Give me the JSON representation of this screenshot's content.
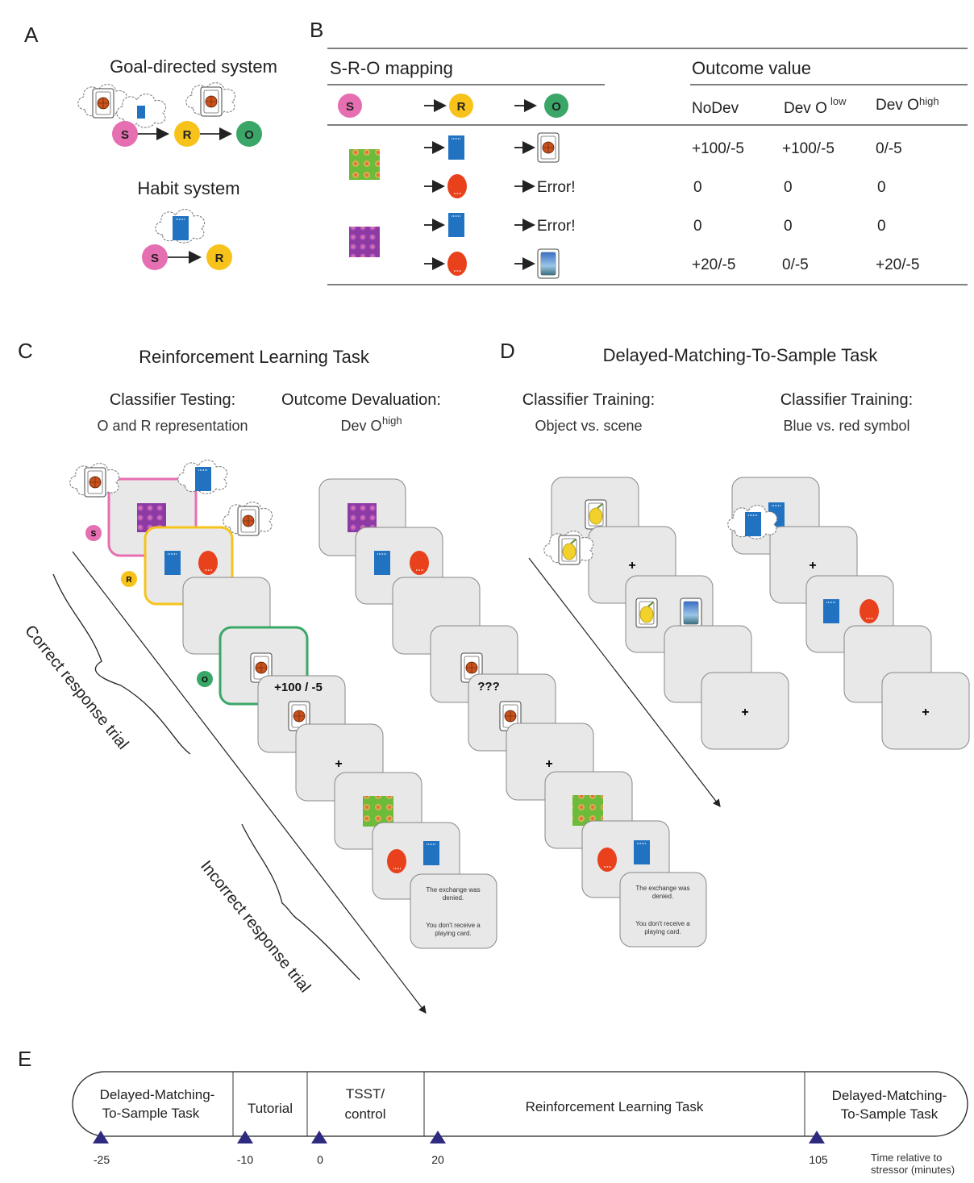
{
  "panels": {
    "a": "A",
    "b": "B",
    "c": "C",
    "d": "D",
    "e": "E"
  },
  "panel_a": {
    "goal_title": "Goal-directed system",
    "habit_title": "Habit system",
    "s": "S",
    "r": "R",
    "o": "O"
  },
  "panel_b": {
    "sro_title": "S-R-O mapping",
    "outcome_title": "Outcome value",
    "col_nodev": "NoDev",
    "col_devlow": "Dev O",
    "col_devlow_sup": "low",
    "col_devhigh": "Dev O",
    "col_devhigh_sup": "high",
    "s": "S",
    "r": "R",
    "o": "O",
    "error": "Error!",
    "rows": [
      [
        "+100/-5",
        "+100/-5",
        "0/-5"
      ],
      [
        "0",
        "0",
        "0"
      ],
      [
        "0",
        "0",
        "0"
      ],
      [
        "+20/-5",
        "0/-5",
        "+20/-5"
      ]
    ]
  },
  "panel_c": {
    "title": "Reinforcement Learning Task",
    "sub1_title": "Classifier Testing:",
    "sub1_text": "O and R representation",
    "sub2_title": "Outcome Devaluation:",
    "sub2_text": "Dev O",
    "sub2_sup": "high",
    "feedback1": "+100 / -5",
    "feedback2": "???",
    "correct_label": "Correct response  trial",
    "incorrect_label": "Incorrect response  trial",
    "s": "S",
    "r": "R",
    "o": "O",
    "msg1": "The exchange was",
    "msg2": "denied.",
    "msg3": "You don't receive a",
    "msg4": "playing card.",
    "cross": "+"
  },
  "panel_d": {
    "title": "Delayed-Matching-To-Sample Task",
    "sub1_title": "Classifier Training:",
    "sub1_text": "Object vs. scene",
    "sub2_title": "Classifier Training:",
    "sub2_text": "Blue vs. red symbol",
    "cross": "+"
  },
  "panel_e": {
    "segments": [
      [
        "Delayed-Matching-",
        "To-Sample Task"
      ],
      [
        "Tutorial"
      ],
      [
        "TSST/",
        "control"
      ],
      [
        "Reinforcement Learning Task"
      ],
      [
        "Delayed-Matching-",
        "To-Sample Task"
      ]
    ],
    "ticks": [
      "-25",
      "-10",
      "0",
      "20",
      "105"
    ],
    "axis_label": [
      "Time relative to",
      "stressor (minutes)"
    ]
  },
  "colors": {
    "s": "#e56fb0",
    "r": "#f7c31b",
    "o": "#3aa768",
    "blue_symbol": "#2173c2",
    "red_symbol": "#e8411c",
    "screen": "#e8e8e8",
    "marker": "#2e2a80"
  }
}
